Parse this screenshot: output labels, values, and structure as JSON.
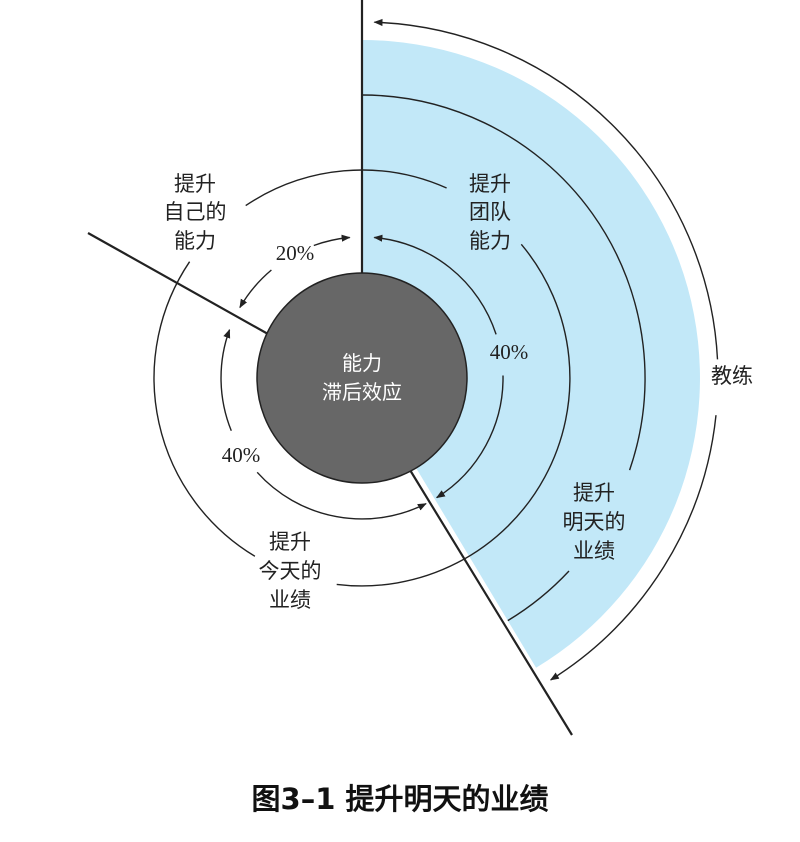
{
  "colors": {
    "sector": "#c2e8f8",
    "core": "#676767",
    "line": "#222222"
  },
  "core_label": [
    "能力",
    "滞后效应"
  ],
  "labels": {
    "self": [
      "提升",
      "自己的",
      "能力"
    ],
    "team": [
      "提升",
      "团队",
      "能力"
    ],
    "today": [
      "提升",
      "今天的",
      "业绩"
    ],
    "tomorrow": [
      "提升",
      "明天的",
      "业绩"
    ],
    "coach": "教练"
  },
  "percentages": {
    "self": "20%",
    "team": "40%",
    "today": "40%"
  },
  "caption": "图3–1 提升明天的业绩"
}
